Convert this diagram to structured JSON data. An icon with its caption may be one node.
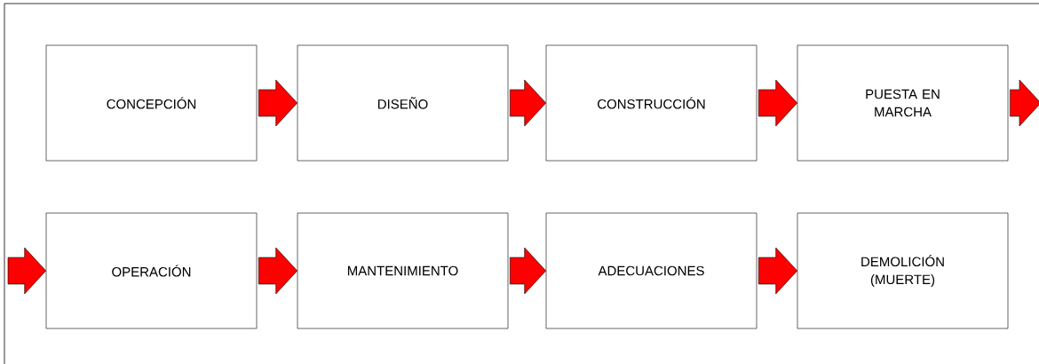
{
  "diagram": {
    "nodes": [
      {
        "text": [
          "CONCEPCIÓN"
        ]
      },
      {
        "text": [
          "DISEÑO"
        ]
      },
      {
        "text": [
          "CONSTRUCCIÓN"
        ]
      },
      {
        "text": [
          "PUESTA EN MARCHA"
        ]
      },
      {
        "text": [
          "OPERACIÓN"
        ]
      },
      {
        "text": [
          "MANTENIMIENTO"
        ]
      },
      {
        "text": [
          "ADECUACIONES"
        ]
      },
      {
        "text": [
          "DEMOLICIÓN (MUERTE)"
        ]
      }
    ],
    "edges": [
      {
        "from": 0,
        "to": 1,
        "arrow": "to",
        "color": "#ff0000"
      },
      {
        "from": 1,
        "to": 2,
        "arrow": "to",
        "color": "#ff0000"
      },
      {
        "from": 2,
        "to": 3,
        "arrow": "to",
        "color": "#ff0000"
      },
      {
        "from": 3,
        "to": null,
        "arrow": "to",
        "color": "#ff0000"
      },
      {
        "from": null,
        "to": 4,
        "arrow": "to",
        "color": "#ff0000"
      },
      {
        "from": 4,
        "to": 5,
        "arrow": "to",
        "color": "#ff0000"
      },
      {
        "from": 5,
        "to": 6,
        "arrow": "to",
        "color": "#ff0000"
      },
      {
        "from": 6,
        "to": 7,
        "arrow": "to",
        "color": "#ff0000"
      }
    ]
  }
}
